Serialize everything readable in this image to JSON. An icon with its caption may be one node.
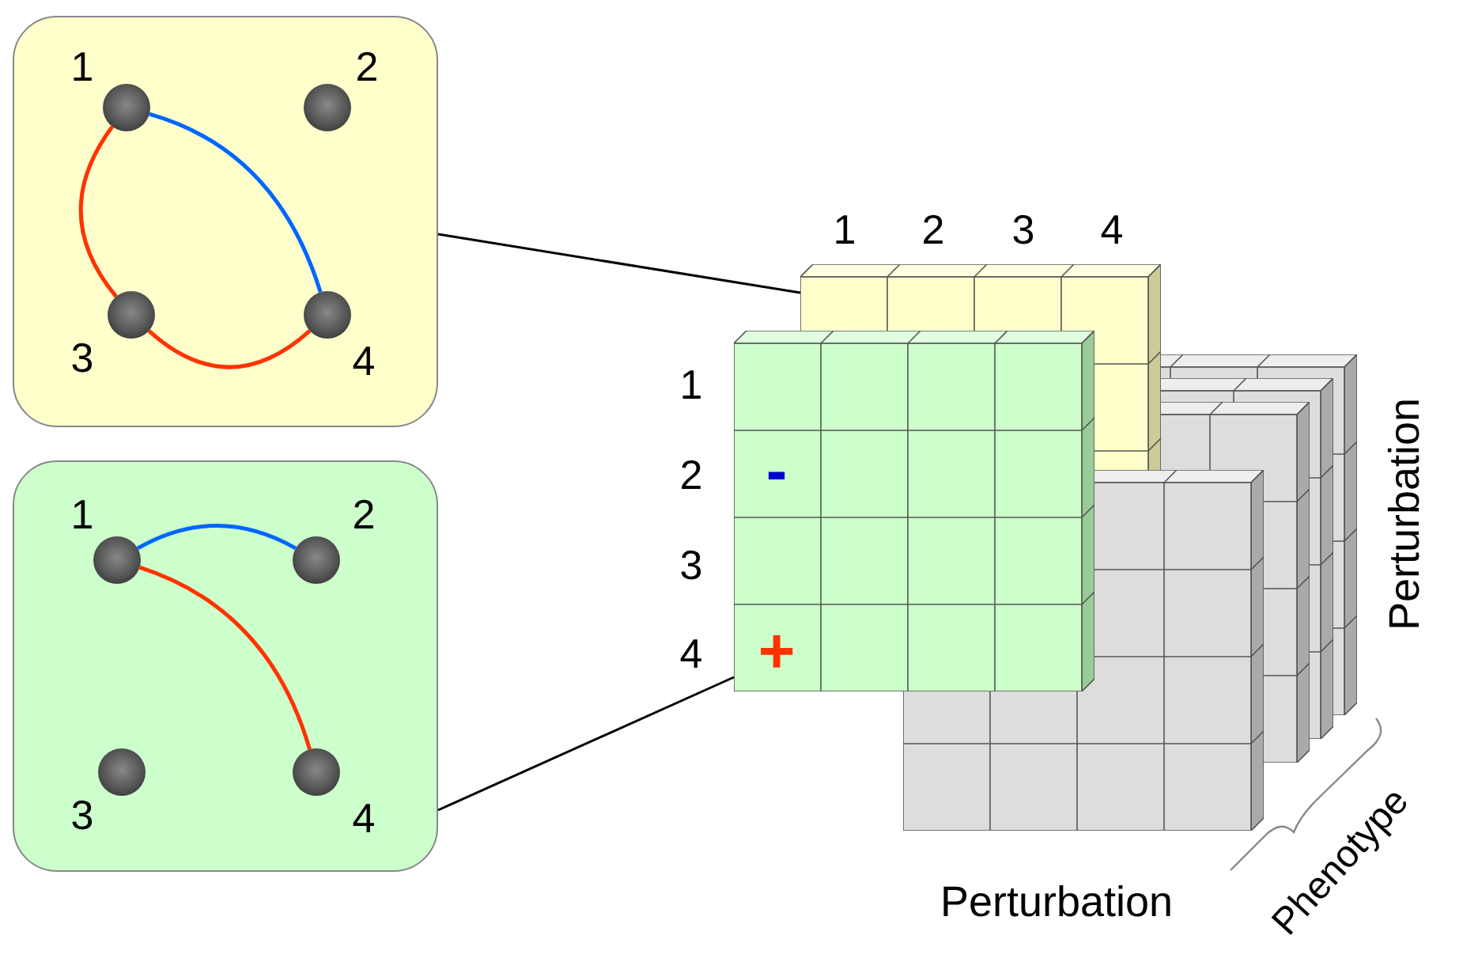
{
  "diagram": {
    "nodes": [
      {
        "text": [],
        "shape": "box"
      },
      {
        "text": [],
        "shape": "circle",
        "in": 0,
        "beside": [
          "1"
        ]
      },
      {
        "text": [],
        "shape": "circle",
        "in": 0,
        "beside": [
          "2"
        ]
      },
      {
        "text": [],
        "shape": "circle",
        "in": 0,
        "beside": [
          "3"
        ]
      },
      {
        "text": [],
        "shape": "circle",
        "in": 0,
        "beside": [
          "4"
        ]
      },
      {
        "text": [],
        "shape": "box"
      },
      {
        "text": [],
        "shape": "circle",
        "in": 5,
        "beside": [
          "1"
        ]
      },
      {
        "text": [],
        "shape": "circle",
        "in": 5,
        "beside": [
          "2"
        ]
      },
      {
        "text": [],
        "shape": "circle",
        "in": 5,
        "beside": [
          "3"
        ]
      },
      {
        "text": [],
        "shape": "circle",
        "in": 5,
        "beside": [
          "4"
        ]
      },
      {
        "text": [],
        "shape": "box"
      },
      {
        "text": [],
        "shape": "box"
      }
    ],
    "edges": [
      {
        "from": 1,
        "to": 3,
        "arrow": "none",
        "color": "#ff3300"
      },
      {
        "from": 1,
        "to": 4,
        "arrow": "none",
        "color": "#0066ff"
      },
      {
        "from": 3,
        "to": 4,
        "arrow": "none",
        "color": "#ff3300"
      },
      {
        "from": 6,
        "to": 7,
        "arrow": "none",
        "color": "#0066ff"
      },
      {
        "from": 6,
        "to": 9,
        "arrow": "none",
        "color": "#ff3300"
      },
      {
        "from": 0,
        "to": 10,
        "arrow": "none",
        "color": "#000000"
      },
      {
        "from": 5,
        "to": 11,
        "arrow": "none",
        "color": "#000000"
      }
    ],
    "labels": [
      "1",
      "2",
      "3",
      "4",
      "1",
      "2",
      "-",
      "3",
      "4",
      "+",
      "Perturbation",
      "Perturbation",
      "Phenotype"
    ]
  }
}
